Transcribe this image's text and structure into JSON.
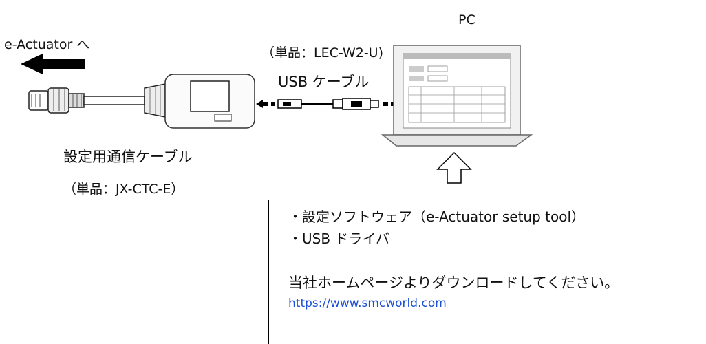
{
  "labels": {
    "pc": "PC",
    "to_actuator": "e-Actuator へ",
    "usb_part": "（単品：LEC-W2-U)",
    "usb_cable": "USB ケーブル",
    "comm_cable": "設定用通信ケーブル",
    "comm_part": "（単品：JX-CTC-E）"
  },
  "info_box": {
    "line1": "・設定ソフトウェア（e-Actuator setup tool）",
    "line2": "・USB ドライバ",
    "download": "当社ホームページよりダウンロードしてください。",
    "url": "https://www.smcworld.com"
  },
  "colors": {
    "url": "#1a4fd6"
  },
  "icons": [
    "left-arrow-icon",
    "up-arrow-icon",
    "usb-plug-icon",
    "laptop-icon",
    "connector-icon"
  ]
}
